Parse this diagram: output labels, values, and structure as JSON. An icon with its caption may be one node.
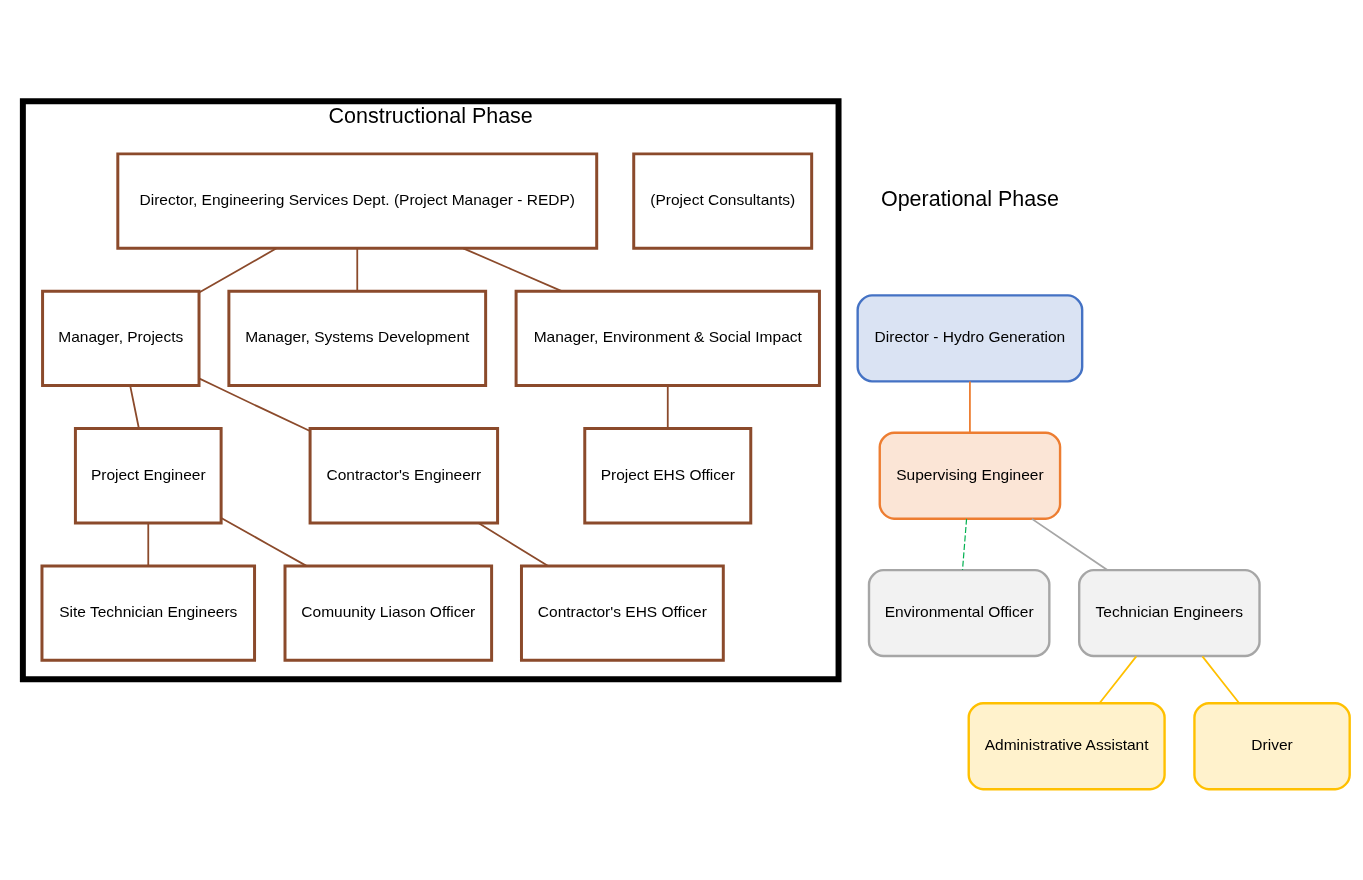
{
  "diagram": {
    "nodes": [
      {
        "text": [
          "Constructional Phase"
        ]
      },
      {
        "text": [
          "(Project Consultants)"
        ],
        "in": 0
      },
      {
        "text": [
          "Director, Engineering Services Dept. (Project Manager - REDP)"
        ],
        "in": 0
      },
      {
        "text": [
          "Manager, Projects"
        ],
        "in": 0
      },
      {
        "text": [
          "Manager, Systems Development"
        ],
        "in": 0
      },
      {
        "text": [
          "Manager, Environment & Social Impact"
        ],
        "in": 0
      },
      {
        "text": [
          "Project Engineer"
        ],
        "in": 0
      },
      {
        "text": [
          "Contractor's Engineerr"
        ],
        "in": 0
      },
      {
        "text": [
          "Project EHS Officer"
        ],
        "in": 0
      },
      {
        "text": [
          "Site Technician Engineers"
        ],
        "in": 0
      },
      {
        "text": [
          "Comuunity Liason Officer"
        ],
        "in": 0
      },
      {
        "text": [
          "Contractor's EHS Officer"
        ],
        "in": 0
      },
      {
        "text": [
          "Director - Hydro Generation"
        ]
      },
      {
        "text": [
          "Supervising Engineer"
        ]
      },
      {
        "text": [
          "Environmental Officer"
        ]
      },
      {
        "text": [
          "Technician Engineers"
        ]
      },
      {
        "text": [
          "Administrative Assistant"
        ]
      },
      {
        "text": [
          "Driver"
        ]
      }
    ],
    "edges": [
      {
        "from": 2,
        "to": 3,
        "arrow": "none"
      },
      {
        "from": 2,
        "to": 4,
        "arrow": "none"
      },
      {
        "from": 2,
        "to": 5,
        "arrow": "none"
      },
      {
        "from": 3,
        "to": 6,
        "arrow": "none"
      },
      {
        "from": 3,
        "to": 7,
        "arrow": "none"
      },
      {
        "from": 5,
        "to": 8,
        "arrow": "none"
      },
      {
        "from": 6,
        "to": 9,
        "arrow": "none"
      },
      {
        "from": 6,
        "to": 10,
        "arrow": "none"
      },
      {
        "from": 7,
        "to": 11,
        "arrow": "none"
      },
      {
        "from": 12,
        "to": 13,
        "arrow": "none",
        "color": "#ed7d31"
      },
      {
        "from": 13,
        "to": 14,
        "arrow": "none",
        "style": "dashed",
        "color": "#00b050"
      },
      {
        "from": 13,
        "to": 15,
        "arrow": "none",
        "color": "#a6a6a6"
      },
      {
        "from": 15,
        "to": 16,
        "arrow": "none",
        "color": "#ffc000"
      },
      {
        "from": 15,
        "to": 17,
        "arrow": "none",
        "color": "#ffc000"
      }
    ],
    "labels": [
      "Operational Phase"
    ]
  }
}
